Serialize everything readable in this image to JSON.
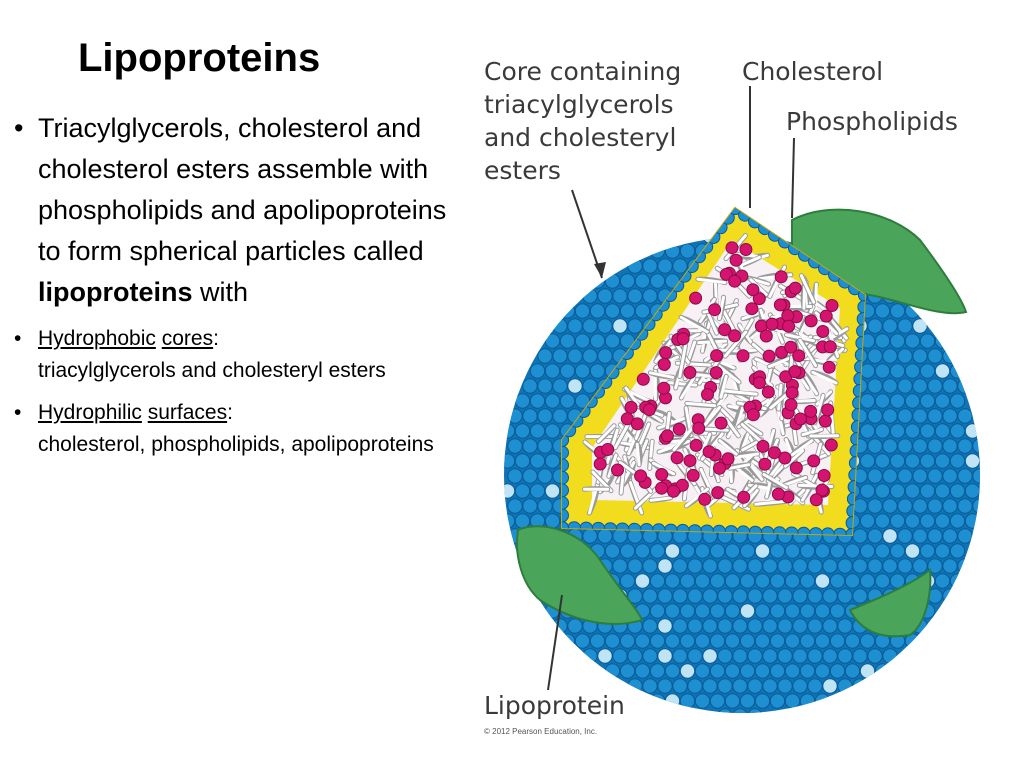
{
  "slide": {
    "title": "Lipoproteins",
    "bullet1": {
      "text": "Triacylglycerols, cholesterol and cholesterol esters assemble with phospholipids and apolipoproteins to form spherical particles called ",
      "bold": "lipoproteins",
      "tail": " with"
    },
    "bullet2": {
      "term1": "Hydrophobic",
      "term2": "cores",
      "colon": ":",
      "desc": "triacylglycerols and cholesteryl esters"
    },
    "bullet3": {
      "term1": "Hydrophilic",
      "term2": "surfaces",
      "colon": ":",
      "desc": "cholesterol, phospholipids, apolipoproteins"
    },
    "bullet_symbol": "•"
  },
  "diagram": {
    "label_core": [
      "Core containing",
      "triacylglycerols",
      "and cholesteryl",
      "esters"
    ],
    "label_cholesterol": "Cholesterol",
    "label_phospholipids": "Phospholipids",
    "label_lipoprotein": "Lipoprotein",
    "copyright": "© 2012 Pearson Education, Inc.",
    "colors": {
      "phospholipid_head": "#1e90d2",
      "phospholipid_edge": "#0a5a96",
      "cholesterol": "#bfe4f6",
      "bilayer_tails": "#f2dc1e",
      "core_background": "#f7f0f4",
      "core_ester": "#d4146e",
      "core_chain": "#ffffff",
      "apolipoprotein": "#4aa55a"
    }
  }
}
